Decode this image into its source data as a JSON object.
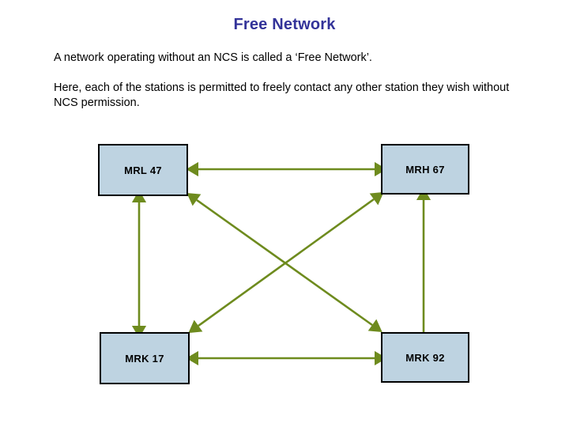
{
  "slide": {
    "title": "Free Network",
    "title_color": "#333399",
    "paragraphs": [
      "A network operating without an NCS is called a ‘Free Network’.",
      "Here, each of the stations is permitted to freely contact any other station they wish without NCS permission."
    ]
  },
  "diagram": {
    "node_fill": "#bed3e1",
    "node_border": "#000000",
    "arrow_color": "#6e8b1e",
    "nodes": [
      {
        "id": "mrl47",
        "label": "MRL 47"
      },
      {
        "id": "mrh67",
        "label": "MRH 67"
      },
      {
        "id": "mrk17",
        "label": "MRK 17"
      },
      {
        "id": "mrk92",
        "label": "MRK 92"
      }
    ],
    "connections": [
      {
        "from": "MRL 47",
        "to": "MRH 67",
        "style": "double-headed",
        "orientation": "horizontal-top"
      },
      {
        "from": "MRK 17",
        "to": "MRK 92",
        "style": "double-headed",
        "orientation": "horizontal-bottom"
      },
      {
        "from": "MRL 47",
        "to": "MRK 17",
        "style": "double-headed",
        "orientation": "vertical-left"
      },
      {
        "from": "MRH 67",
        "to": "MRK 92",
        "style": "double-headed",
        "orientation": "vertical-right"
      },
      {
        "from": "MRL 47",
        "to": "MRK 92",
        "style": "double-headed",
        "orientation": "diagonal-descending"
      },
      {
        "from": "MRK 17",
        "to": "MRH 67",
        "style": "double-headed",
        "orientation": "diagonal-ascending"
      }
    ]
  }
}
